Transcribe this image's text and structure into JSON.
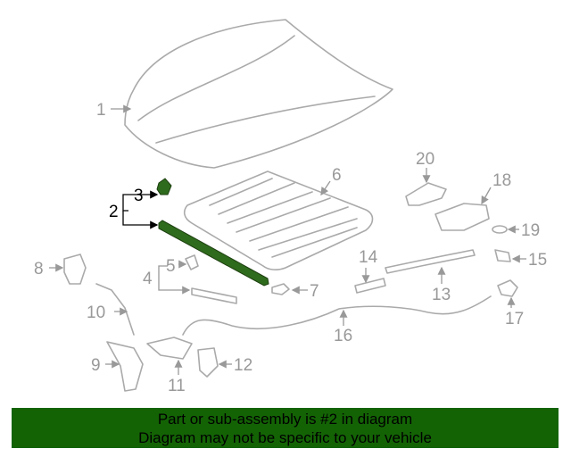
{
  "diagram": {
    "callouts": {
      "c1": "1",
      "c2": "2",
      "c3": "3",
      "c4": "4",
      "c5": "5",
      "c6": "6",
      "c7": "7",
      "c8": "8",
      "c9": "9",
      "c10": "10",
      "c11": "11",
      "c12": "12",
      "c13": "13",
      "c14": "14",
      "c15": "15",
      "c16": "16",
      "c17": "17",
      "c18": "18",
      "c19": "19",
      "c20": "20"
    },
    "highlight_color": "#2f6b1c"
  },
  "banner": {
    "line1": "Part or sub-assembly is #2 in diagram",
    "line2": "Diagram may not be specific to your vehicle",
    "background": "#136305"
  }
}
